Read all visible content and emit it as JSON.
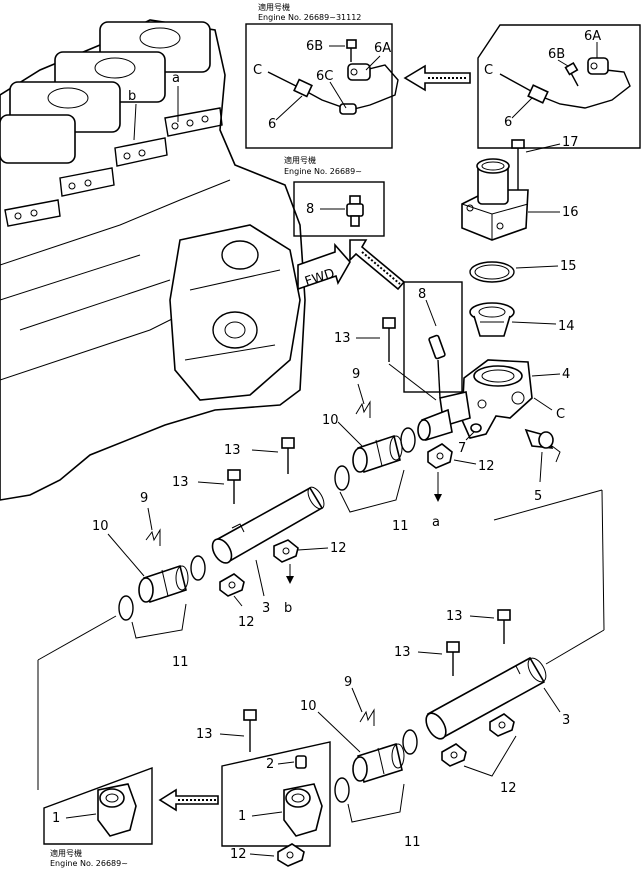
{
  "callouts": {
    "c1": "1",
    "c2": "2",
    "c3": "3",
    "c4": "4",
    "c5": "5",
    "c6": "6",
    "c6A": "6A",
    "c6B": "6B",
    "c6C": "6C",
    "c7": "7",
    "c8": "8",
    "c9": "9",
    "c10": "10",
    "c11": "11",
    "c12": "12",
    "c13": "13",
    "c14": "14",
    "c15": "15",
    "c16": "16",
    "c17": "17",
    "a": "a",
    "b": "b",
    "C": "C"
  },
  "captions": {
    "top_line1": "適用号機",
    "top_line2": "Engine  No.  26689~31112",
    "mid_line1": "適用号機",
    "mid_line2": "Engine  No.  26689~",
    "bottom_line1": "適用号機",
    "bottom_line2": "Engine  No.  26689~"
  },
  "fwd_label": "FWD"
}
